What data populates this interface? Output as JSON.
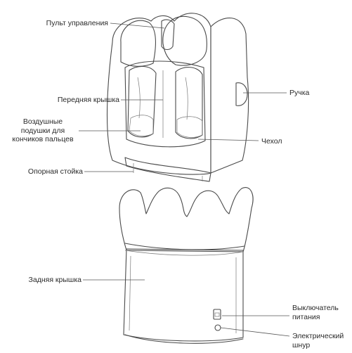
{
  "labels": {
    "remote_control": "Пульт управления",
    "front_cover": "Передняя крышка",
    "toe_airbags_line1": "Воздушные",
    "toe_airbags_line2": "подушки для",
    "toe_airbags_line3": "кончиков пальцев",
    "support_stand": "Опорная стойка",
    "handle": "Ручка",
    "cover": "Чехол",
    "rear_cover": "Задняя крышка",
    "power_switch_line1": "Выключатель",
    "power_switch_line2": "питания",
    "power_cord_line1": "Электрический",
    "power_cord_line2": "шнур"
  },
  "colors": {
    "ink": "#4a4a4a",
    "shade": "#e6e6e6",
    "text": "#2a2a2a"
  }
}
